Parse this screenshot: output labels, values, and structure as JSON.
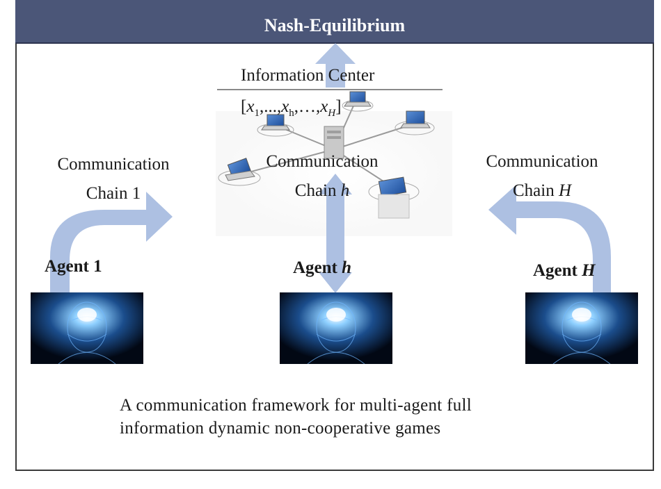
{
  "header": {
    "title": "Nash-Equilibrium"
  },
  "info_center": {
    "title": "Information Center",
    "vector_open": "[",
    "x1": "x",
    "x1_sub": "1",
    "sep1": ",...,",
    "xh": "x",
    "xh_sub": "h",
    "sep2": ",…,",
    "xH": "x",
    "xH_sub": "H",
    "vector_close": "]"
  },
  "chains": {
    "chain1": {
      "line1": "Communication",
      "line2": "Chain 1"
    },
    "chainh": {
      "line1": "Communication",
      "line2_prefix": "Chain ",
      "line2_var": "h"
    },
    "chainH": {
      "line1": "Communication",
      "line2_prefix": "Chain ",
      "line2_var": "H"
    }
  },
  "agents": {
    "agent1": {
      "prefix": "Agent 1",
      "var": ""
    },
    "agenth": {
      "prefix": "Agent ",
      "var": "h"
    },
    "agentH": {
      "prefix": "Agent ",
      "var": "H"
    }
  },
  "caption": {
    "line1": "A communication framework for multi-agent full",
    "line2": "information dynamic non-cooperative games"
  },
  "colors": {
    "header_bg": "#4b5678",
    "arrow": "#a9bde0",
    "agent_glow": "#6fb6ff"
  }
}
